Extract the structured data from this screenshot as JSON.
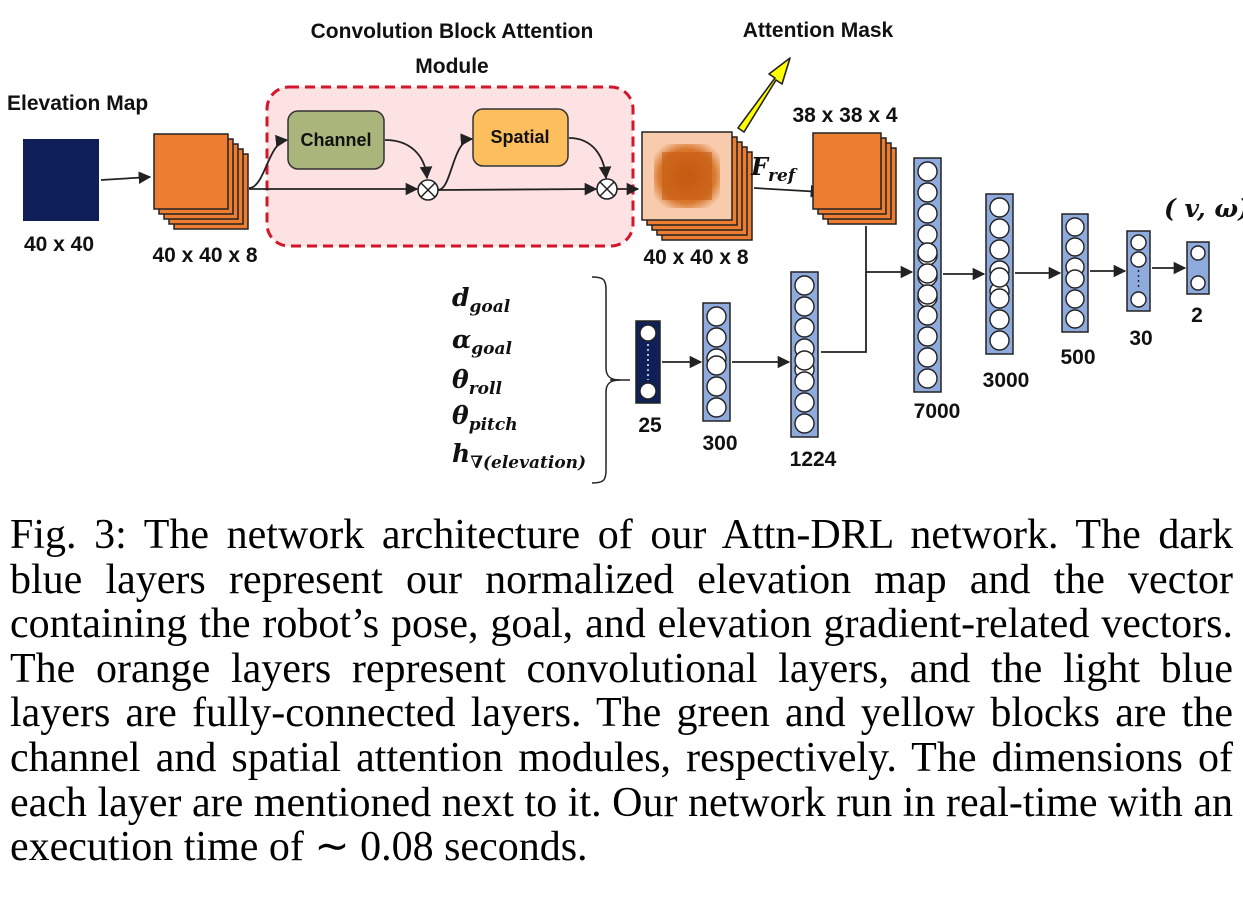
{
  "labels": {
    "cbam_title_1": "Convolution Block Attention",
    "cbam_title_2": "Module",
    "attention_mask": "Attention Mask",
    "elevation_map": "Elevation Map",
    "channel": "Channel",
    "spatial": "Spatial",
    "dim_input": "40 x 40",
    "dim_conv1": "40 x 40 x 8",
    "dim_conv2": "40 x 40 x 8",
    "dim_conv3": "38 x 38 x 4",
    "f_ref": "F",
    "f_ref_sub": "ref",
    "output": "( v, ω)"
  },
  "state_inputs": [
    {
      "sym": "d",
      "sub": "goal"
    },
    {
      "sym": "α",
      "sub": "goal"
    },
    {
      "sym": "θ",
      "sub": "roll"
    },
    {
      "sym": "θ",
      "sub": "pitch"
    },
    {
      "sym": "h",
      "sub": "∇(elevation)"
    }
  ],
  "fc_layers": [
    "25",
    "300",
    "1224",
    "7000",
    "3000",
    "500",
    "30",
    "2"
  ],
  "colors": {
    "dark_blue": "#0e2057",
    "orange": "#ed7d31",
    "light_blue": "#8faadc",
    "channel_green": "#a9b57a",
    "spatial_yellow": "#fdbf5e",
    "cbam_bg": "#fde2e4",
    "cbam_border": "#d4162a",
    "arrow_yellow": "#ffff00"
  },
  "caption": "Fig. 3: The network architecture of our Attn-DRL network. The dark blue layers represent our normalized elevation map and the vector containing the robot’s pose, goal, and elevation gradient-related vectors. The orange layers represent convolutional layers, and the light blue layers are fully-connected layers. The green and yellow blocks are the channel and spatial attention modules, respectively. The dimensions of each layer are mentioned next to it. Our network run in real-time with an execution time of ∼ 0.08 seconds."
}
